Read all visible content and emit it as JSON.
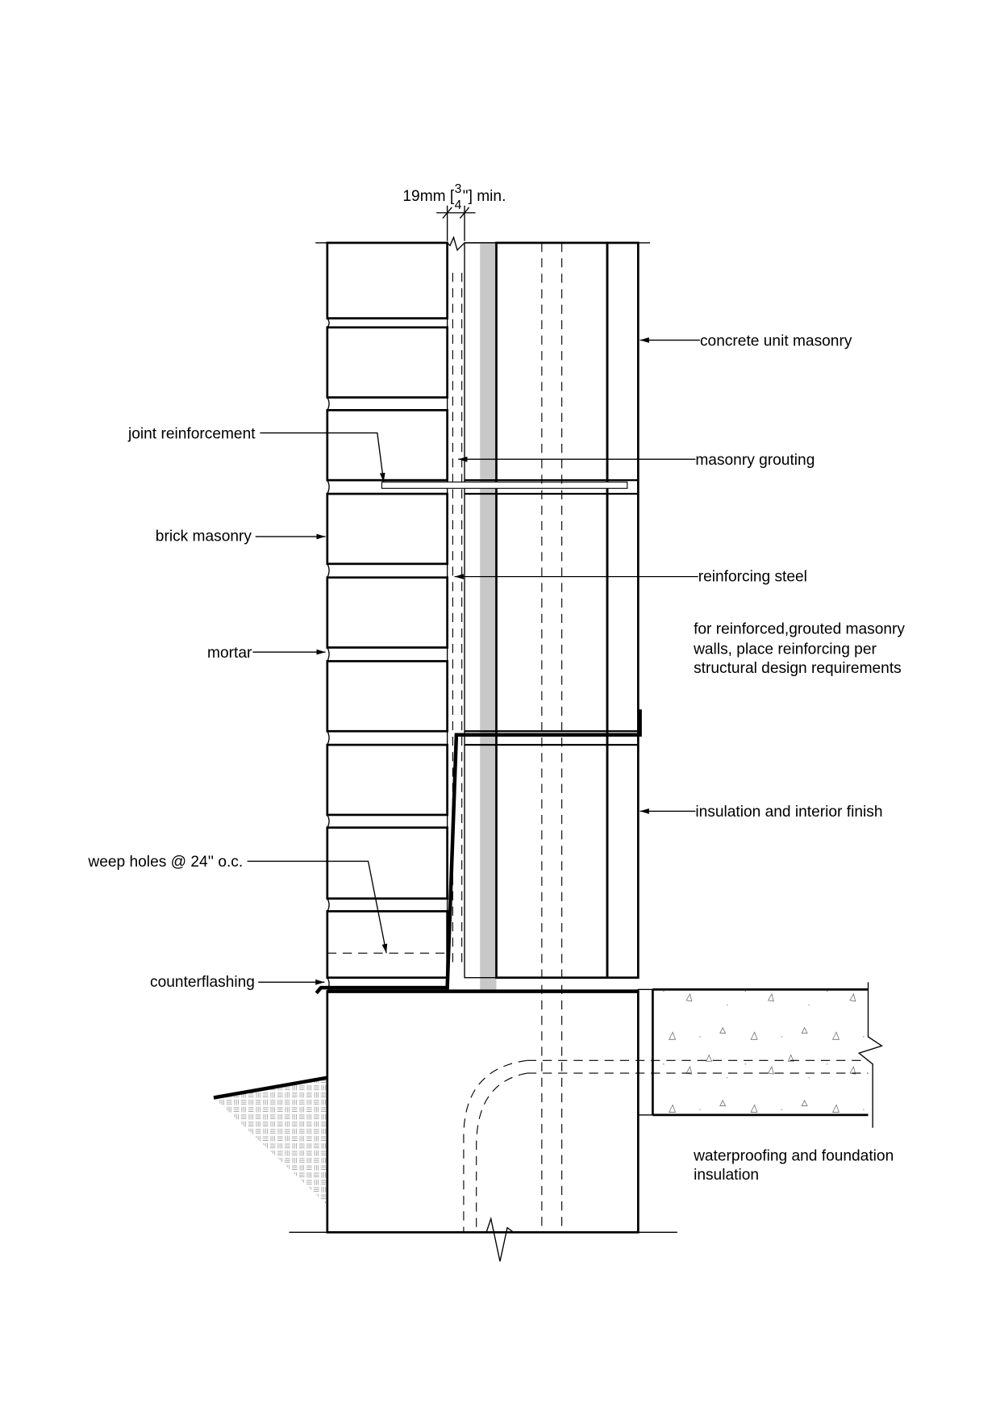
{
  "dimension": {
    "prefix": "19mm [",
    "num": "3",
    "den": "4",
    "suffix": "\"] min."
  },
  "labels": {
    "concrete_unit_masonry": "concrete unit masonry",
    "joint_reinforcement": "joint reinforcement",
    "masonry_grouting": "masonry grouting",
    "brick_masonry": "brick masonry",
    "reinforcing_steel": "reinforcing steel",
    "mortar": "mortar",
    "insulation_interior_finish": "insulation and interior finish",
    "weep_holes": "weep holes @ 24'' o.c.",
    "counterflashing": "counterflashing",
    "waterproofing_line1": "waterproofing and foundation",
    "waterproofing_line2": "insulation"
  },
  "note": {
    "line1": "for reinforced,grouted masonry",
    "line2": "walls, place reinforcing per",
    "line3": "structural design requirements"
  }
}
